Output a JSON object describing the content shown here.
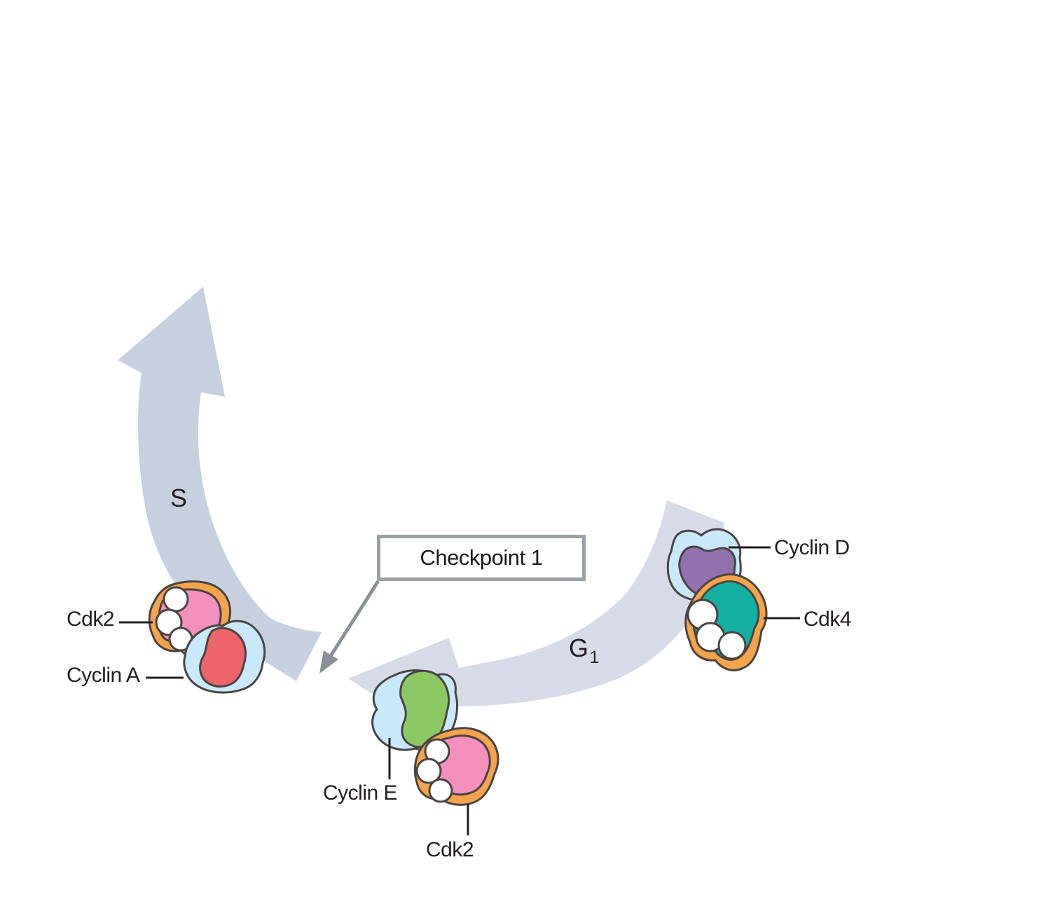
{
  "figure": {
    "description": "Cell cycle diagram segment showing Checkpoint 1 at the G1/S transition with cyclin-Cdk complexes"
  },
  "labels": {
    "checkpoint": "Checkpoint 1",
    "phase_s": "S",
    "phase_g1_main": "G",
    "phase_g1_sub": "1",
    "cyclin_d": "Cyclin D",
    "cdk4": "Cdk4",
    "cyclin_e": "Cyclin E",
    "cdk2_bottom": "Cdk2",
    "cdk2_left": "Cdk2",
    "cyclin_a": "Cyclin A"
  },
  "colors": {
    "background": "#ffffff",
    "s_arrow": "#c8d0df",
    "g1_arrow": "#d7dbe7",
    "cyclin_outer_blue": "#c9e8f9",
    "cyclin_d_inner_purple": "#9171ae",
    "cyclin_e_inner_green": "#8cc863",
    "cyclin_a_inner_red": "#ec646c",
    "cdk_outer_orange": "#f4a44c",
    "cdk4_inner_teal": "#14b0a2",
    "cdk2_inner_pink": "#f590bc",
    "site_circle_white": "#ffffff",
    "outline": "#4a4443",
    "checkpoint_border": "#9aa0a6",
    "checkpoint_arrow": "#8b9196",
    "text": "#231f20"
  }
}
